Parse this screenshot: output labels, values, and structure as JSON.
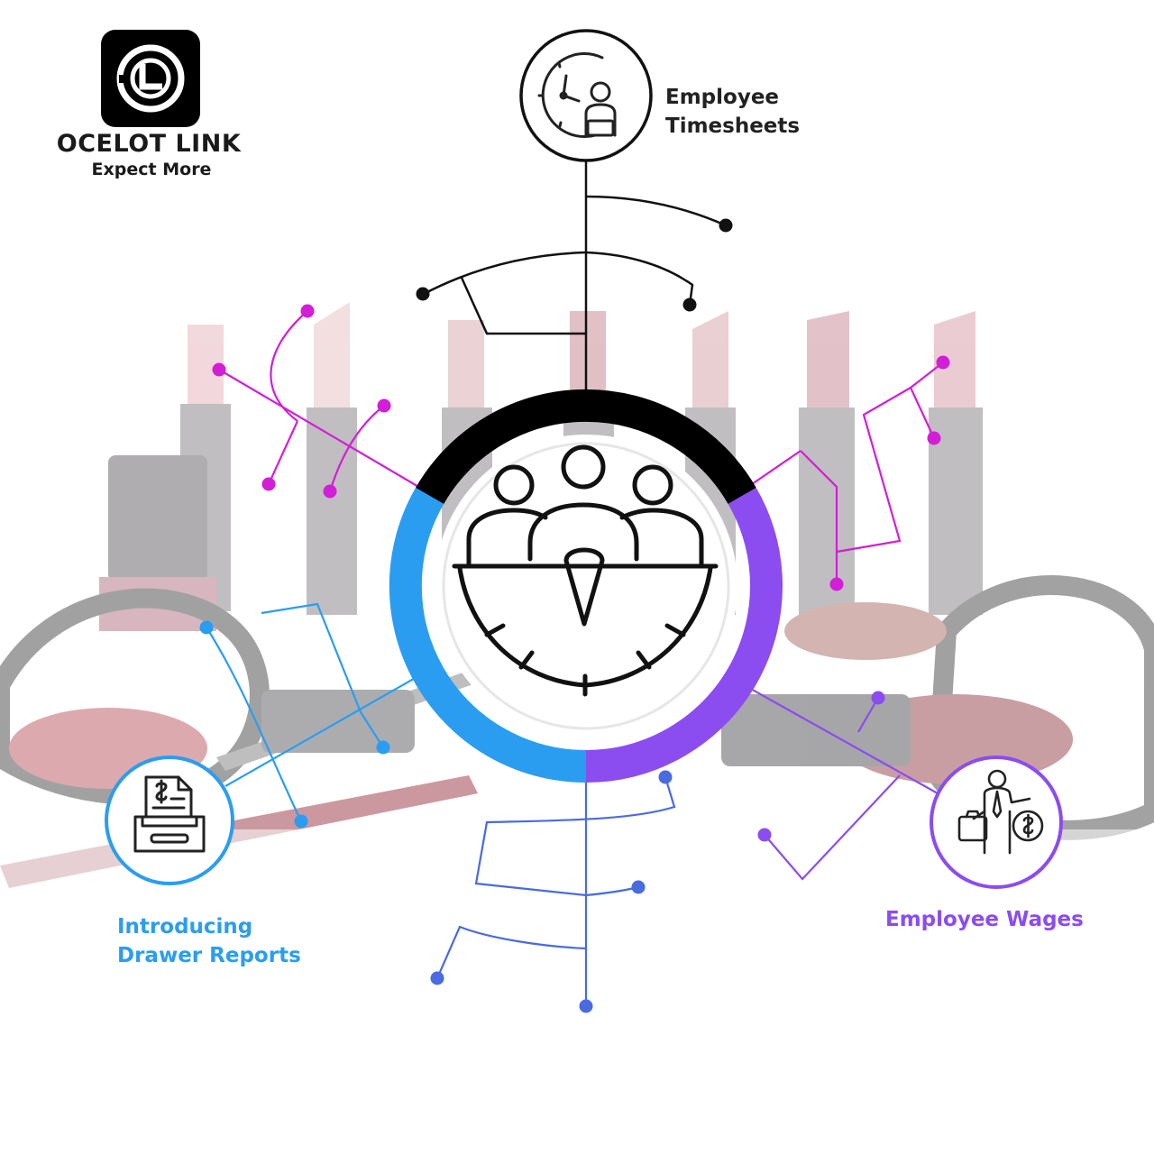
{
  "brand": {
    "name": "OCELOT LINK",
    "tagline": "Expect More"
  },
  "nodes": {
    "timesheets": {
      "line1": "Employee",
      "line2": "Timesheets",
      "icon": "clock-employee-icon"
    },
    "drawer": {
      "line1": "Introducing",
      "line2": "Drawer Reports",
      "icon": "cash-drawer-receipt-icon"
    },
    "wages": {
      "line1": "Employee Wages",
      "icon": "businessman-money-icon"
    }
  },
  "hub": {
    "icon": "team-meeting-table-icon"
  },
  "colors": {
    "black": "#000000",
    "blue": "#2a9df0",
    "purple": "#8b4cf0",
    "magenta": "#d21ed7",
    "indigo": "#4a6ae0",
    "background_art": "lipsticks-and-makeup-photo"
  }
}
